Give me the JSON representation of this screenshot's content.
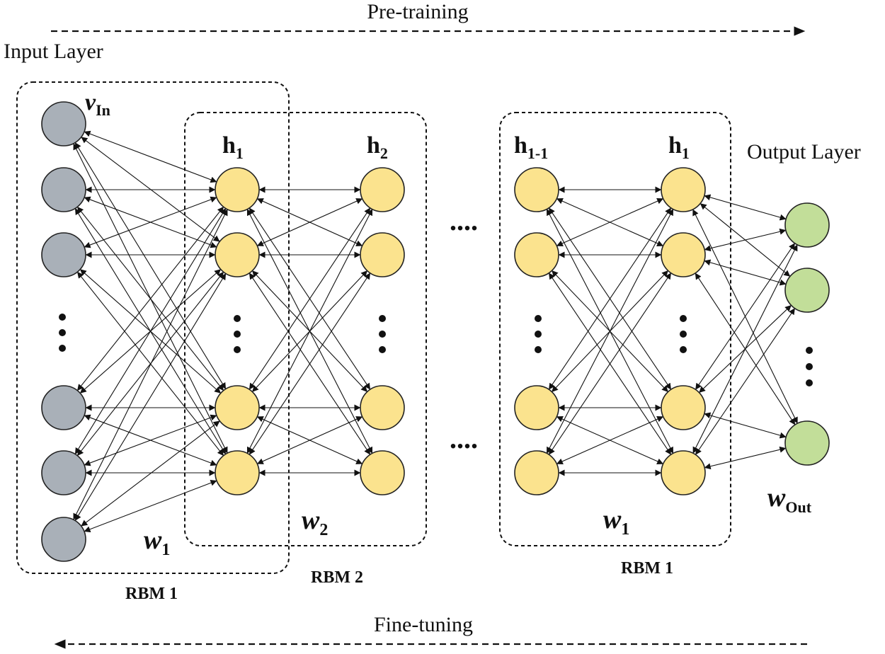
{
  "arrows": {
    "pretraining": "Pre-training",
    "finetuning": "Fine-tuning"
  },
  "layers": {
    "input": "Input Layer",
    "output": "Output Layer"
  },
  "node_labels": {
    "v_in_main": "v",
    "v_in_sub": "In",
    "h1_a_main": "h",
    "h1_a_sub": "1",
    "h2_main": "h",
    "h2_sub": "2",
    "hl1_main": "h",
    "hl1_sub": "1-1",
    "h1_b_main": "h",
    "h1_b_sub": "1"
  },
  "weights": {
    "w1_left_main": "w",
    "w1_left_sub": "1",
    "w2_main": "w",
    "w2_sub": "2",
    "w1_right_main": "w",
    "w1_right_sub": "1",
    "wout_main": "w",
    "wout_sub": "Out"
  },
  "boxes": {
    "rbm1_left": "RBM 1",
    "rbm2": "RBM 2",
    "rbm1_right": "RBM 1"
  },
  "ellipsis": "....",
  "colors": {
    "input_node": "#a9b0b8",
    "hidden_node": "#fbe38e",
    "output_node": "#c2de99"
  },
  "network": {
    "input_nodes": 6,
    "hidden_layers_shown": 4,
    "nodes_per_hidden_layer": 4,
    "output_nodes": 3
  }
}
